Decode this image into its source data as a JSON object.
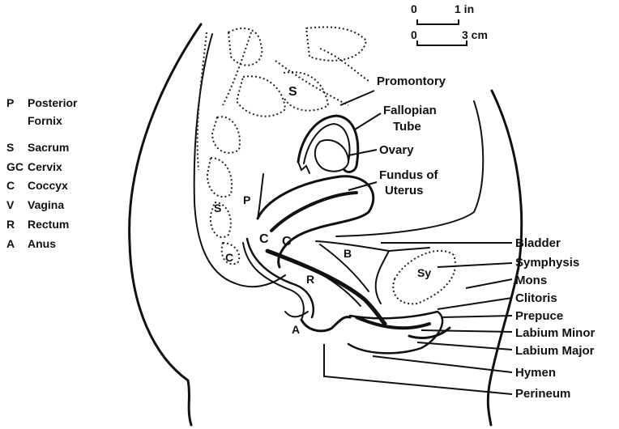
{
  "legend": [
    {
      "key": "P",
      "label": "Posterior",
      "label2": "Fornix"
    },
    {
      "key": "S",
      "label": "Sacrum"
    },
    {
      "key": "GC",
      "label": "Cervix"
    },
    {
      "key": "C",
      "label": "Coccyx"
    },
    {
      "key": "V",
      "label": "Vagina"
    },
    {
      "key": "R",
      "label": "Rectum"
    },
    {
      "key": "A",
      "label": "Anus"
    }
  ],
  "scale": {
    "inch": {
      "start": "0",
      "end": "1 in"
    },
    "cm": {
      "start": "0",
      "end": "3 cm"
    }
  },
  "labels": {
    "promontory": "Promontory",
    "fallopian_1": "Fallopian",
    "fallopian_2": "Tube",
    "ovary": "Ovary",
    "fundus_1": "Fundus of",
    "fundus_2": "Uterus",
    "bladder": "Bladder",
    "symphysis": "Symphysis",
    "mons": "Mons",
    "clitoris": "Clitoris",
    "prepuce": "Prepuce",
    "labium_minor": "Labium Minor",
    "labium_major": "Labium Major",
    "hymen": "Hymen",
    "perineum": "Perineum"
  },
  "inline_letters": {
    "s_upper": "S",
    "s_lower": "S",
    "p": "P",
    "c1": "C",
    "c2": "C",
    "c3": "C",
    "b": "B",
    "sy": "Sy",
    "r": "R",
    "a": "A"
  }
}
